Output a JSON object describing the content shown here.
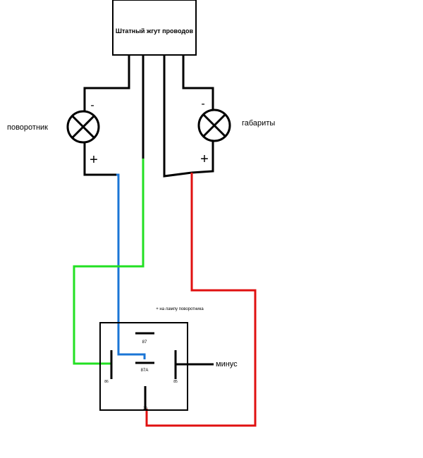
{
  "harness": {
    "label": "Штатный жгут проводов"
  },
  "lamps": {
    "left": {
      "label": "поворотник",
      "minus": "-",
      "plus": "+"
    },
    "right": {
      "label": "габариты",
      "minus": "-",
      "plus": "+"
    }
  },
  "relay": {
    "note": "+ на лампу поворотника",
    "pins": {
      "p87": "87",
      "p87a": "87A",
      "p86": "86",
      "p85": "85",
      "p30": "30"
    },
    "minus_label": "минус"
  },
  "colors": {
    "black": "#000000",
    "blue": "#1a75d6",
    "green": "#22e022",
    "red": "#e01010"
  }
}
